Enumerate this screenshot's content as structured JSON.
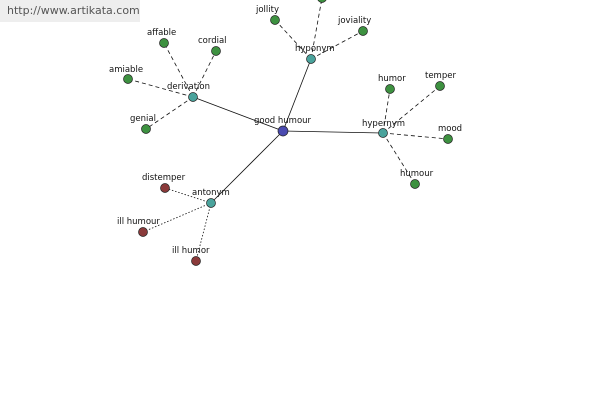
{
  "watermark": "http://www.artikata.com",
  "colors": {
    "center": "#4a4ab0",
    "relation": "#4aa39c",
    "synonym": "#3d9140",
    "antonym": "#8a3a3a"
  },
  "nodes": [
    {
      "id": "center",
      "label": "good humour",
      "kind": "center"
    },
    {
      "id": "derivation",
      "label": "derivation",
      "kind": "relation"
    },
    {
      "id": "hyponym",
      "label": "hyponym",
      "kind": "relation"
    },
    {
      "id": "hypernym",
      "label": "hypernym",
      "kind": "relation"
    },
    {
      "id": "antonym",
      "label": "antonym",
      "kind": "relation"
    },
    {
      "id": "affable",
      "label": "affable",
      "kind": "synonym"
    },
    {
      "id": "cordial",
      "label": "cordial",
      "kind": "synonym"
    },
    {
      "id": "amiable",
      "label": "amiable",
      "kind": "synonym"
    },
    {
      "id": "genial",
      "label": "genial",
      "kind": "synonym"
    },
    {
      "id": "jollity",
      "label": "jollity",
      "kind": "synonym"
    },
    {
      "id": "joviality",
      "label": "joviality",
      "kind": "synonym"
    },
    {
      "id": "topleaf",
      "label": "",
      "kind": "synonym"
    },
    {
      "id": "humor",
      "label": "humor",
      "kind": "synonym"
    },
    {
      "id": "temper",
      "label": "temper",
      "kind": "synonym"
    },
    {
      "id": "mood",
      "label": "mood",
      "kind": "synonym"
    },
    {
      "id": "humour",
      "label": "humour",
      "kind": "synonym"
    },
    {
      "id": "distemper",
      "label": "distemper",
      "kind": "antonym"
    },
    {
      "id": "illhumour",
      "label": "ill humour",
      "kind": "antonym"
    },
    {
      "id": "illhumor",
      "label": "ill humor",
      "kind": "antonym"
    }
  ],
  "edges": [
    {
      "from": "center",
      "to": "derivation",
      "style": "solid"
    },
    {
      "from": "center",
      "to": "hyponym",
      "style": "solid"
    },
    {
      "from": "center",
      "to": "hypernym",
      "style": "solid"
    },
    {
      "from": "center",
      "to": "antonym",
      "style": "solid"
    },
    {
      "from": "derivation",
      "to": "affable",
      "style": "dashed"
    },
    {
      "from": "derivation",
      "to": "cordial",
      "style": "dashed"
    },
    {
      "from": "derivation",
      "to": "amiable",
      "style": "dashed"
    },
    {
      "from": "derivation",
      "to": "genial",
      "style": "dashed"
    },
    {
      "from": "hyponym",
      "to": "jollity",
      "style": "dashed"
    },
    {
      "from": "hyponym",
      "to": "joviality",
      "style": "dashed"
    },
    {
      "from": "hyponym",
      "to": "topleaf",
      "style": "dashed"
    },
    {
      "from": "hypernym",
      "to": "humor",
      "style": "dashed"
    },
    {
      "from": "hypernym",
      "to": "temper",
      "style": "dashed"
    },
    {
      "from": "hypernym",
      "to": "mood",
      "style": "dashed"
    },
    {
      "from": "hypernym",
      "to": "humour",
      "style": "dashed"
    },
    {
      "from": "antonym",
      "to": "distemper",
      "style": "dotted"
    },
    {
      "from": "antonym",
      "to": "illhumour",
      "style": "dotted"
    },
    {
      "from": "antonym",
      "to": "illhumor",
      "style": "dotted"
    }
  ]
}
